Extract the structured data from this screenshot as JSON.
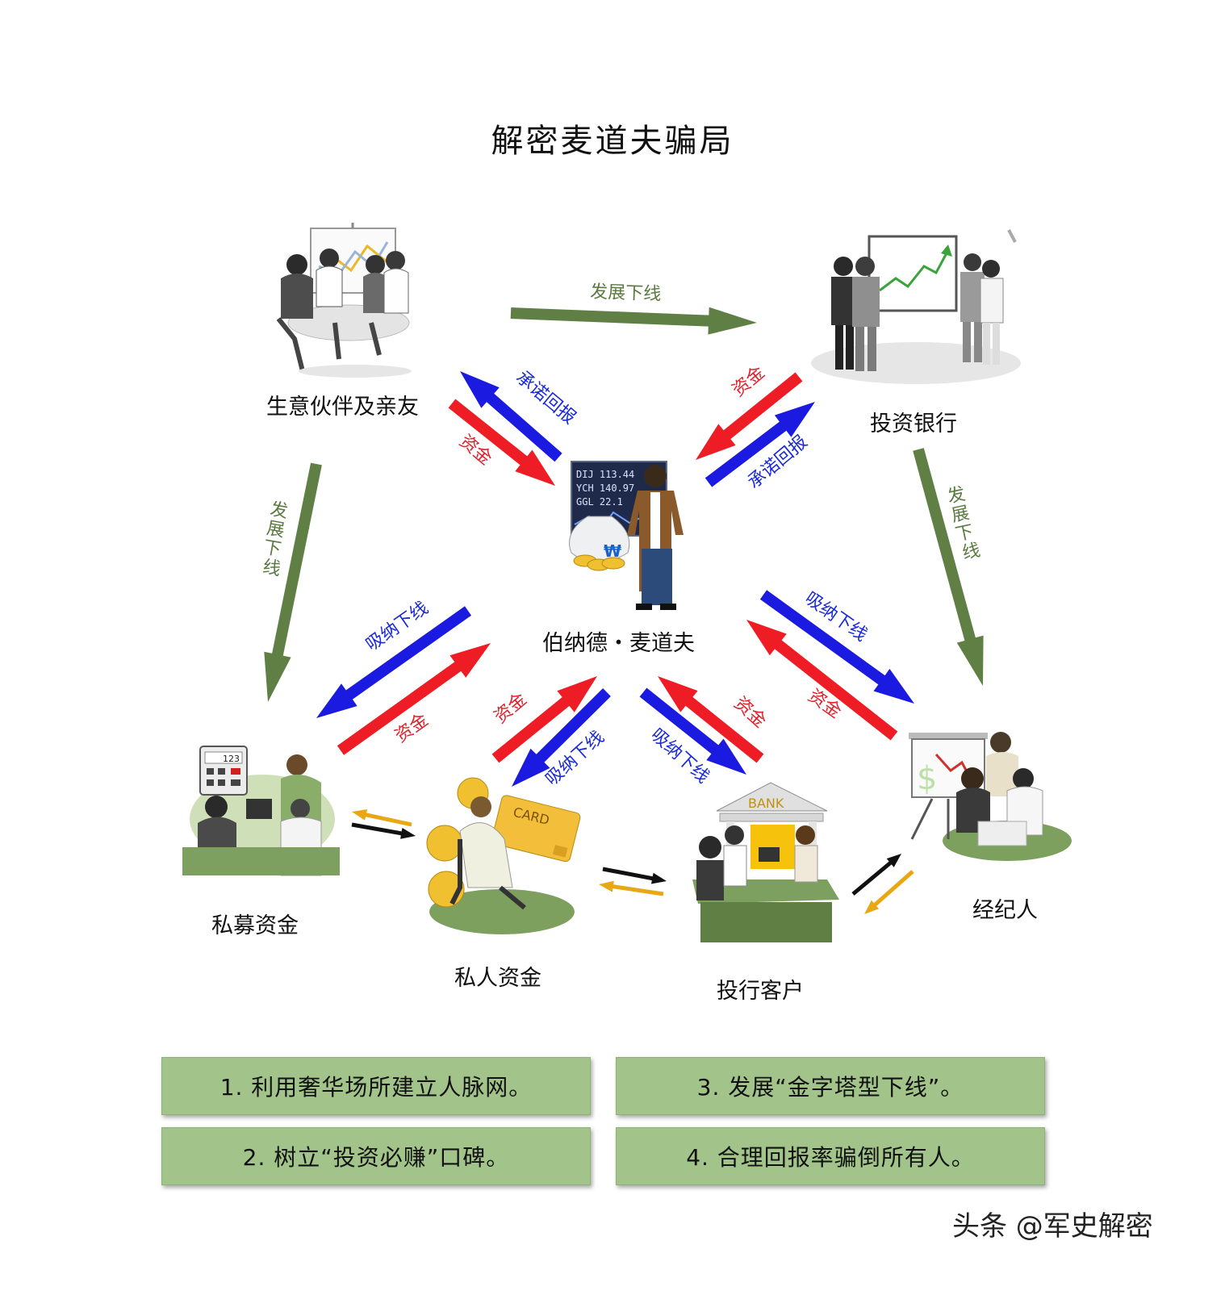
{
  "title": "解密麦道夫骗局",
  "center": {
    "label": "伯纳德・麦道夫",
    "ticker": [
      "DIJ  113.44",
      "YCH  140.97",
      "GGL   22.1"
    ],
    "coin_symbol": "₩"
  },
  "nodes": {
    "partners": "生意伙伴及亲友",
    "bank": "投资银行",
    "private_placement": "私募资金",
    "private_funds": "私人资金",
    "ib_clients": "投行客户",
    "broker": "经纪人"
  },
  "arrow_labels": {
    "develop": "发展下线",
    "funds": "资金",
    "promise": "承诺回报",
    "absorb": "吸纳下线"
  },
  "icon_text": {
    "calculator": "123",
    "card": "CARD",
    "bank": "BANK"
  },
  "points": [
    "1. 利用奢华场所建立人脉网。",
    "3. 发展“金字塔型下线”。",
    "2. 树立“投资必赚”口碑。",
    "4. 合理回报率骗倒所有人。"
  ],
  "watermark": "头条 @军史解密",
  "colors": {
    "green": "#5f7f45",
    "red": "#ee1c24",
    "blue": "#1a1ae0",
    "box": "#a2c48a",
    "gold": "#e8a814"
  }
}
